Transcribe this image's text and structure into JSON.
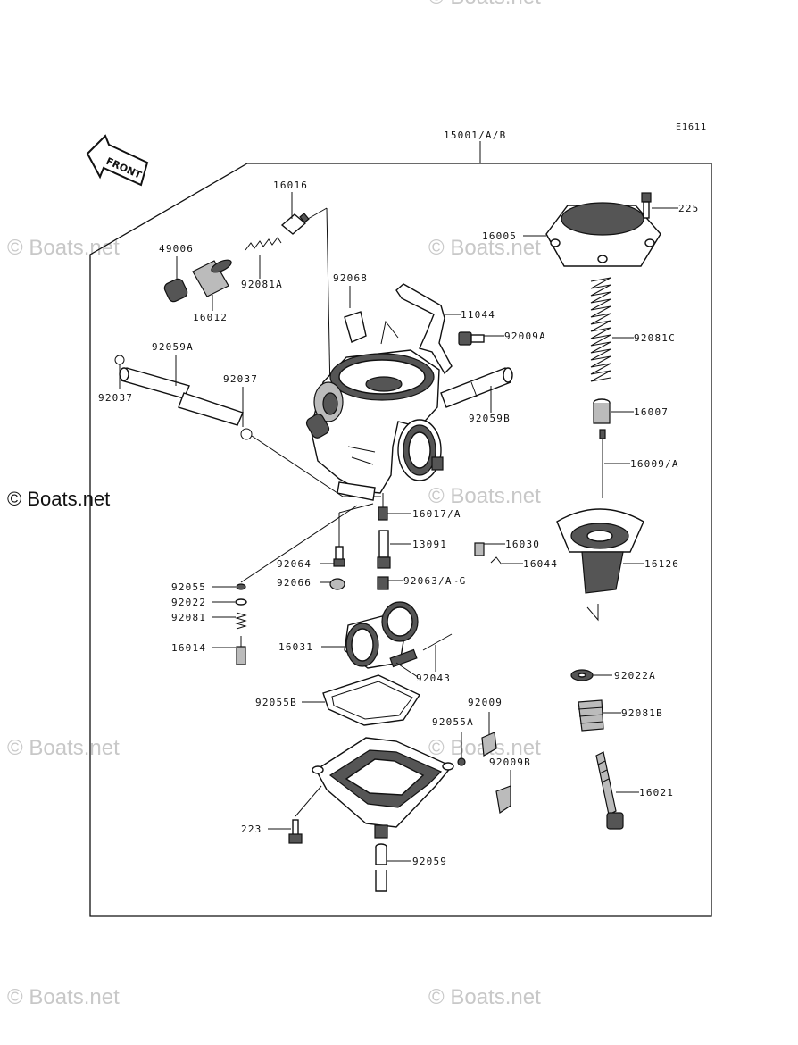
{
  "diagram_code": "E1611",
  "assembly_label": "15001/A/B",
  "front_arrow_label": "FRONT",
  "watermark": "© Boats.net",
  "parts": {
    "p225": "225",
    "p16005": "16005",
    "p16016": "16016",
    "p49006": "49006",
    "p92081A": "92081A",
    "p16012": "16012",
    "p92068": "92068",
    "p11044": "11044",
    "p92009A": "92009A",
    "p92081C": "92081C",
    "p92059A": "92059A",
    "p92037a": "92037",
    "p92037b": "92037",
    "p92059B": "92059B",
    "p16007": "16007",
    "p16009A": "16009/A",
    "p16017A": "16017/A",
    "p13091": "13091",
    "p16030": "16030",
    "p16044": "16044",
    "p16126": "16126",
    "p92064": "92064",
    "p92066": "92066",
    "p92063AG": "92063/A~G",
    "p92055": "92055",
    "p92022": "92022",
    "p92081": "92081",
    "p16014": "16014",
    "p16031": "16031",
    "p92043": "92043",
    "p92022A": "92022A",
    "p92055B": "92055B",
    "p92009": "92009",
    "p92055A": "92055A",
    "p92081B": "92081B",
    "p92009B": "92009B",
    "p16021": "16021",
    "p223": "223",
    "p92059": "92059"
  }
}
